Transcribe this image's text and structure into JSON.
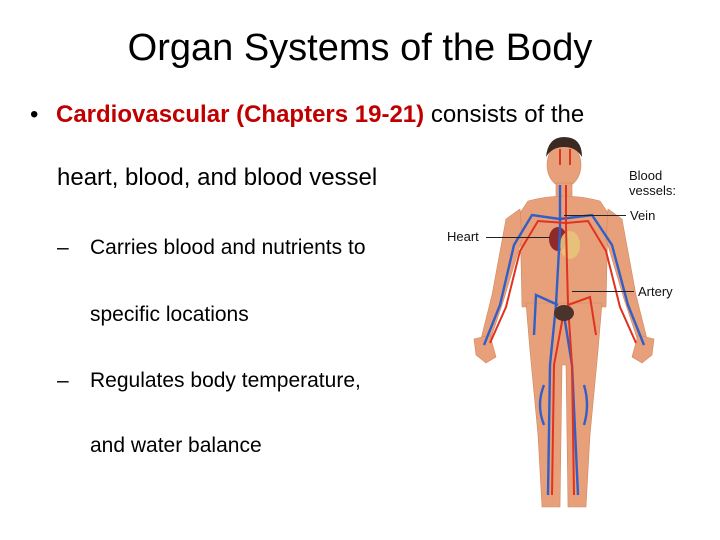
{
  "slide": {
    "title": "Organ Systems of the Body",
    "bullet": {
      "marker": "•",
      "emphasis": "Cardiovascular (Chapters 19-21)",
      "text_line1": " consists of the",
      "text_line2": "heart, blood, and blood vessel"
    },
    "sub_bullets": [
      {
        "marker": "–",
        "line1": "Carries blood and nutrients to",
        "line2": "specific locations"
      },
      {
        "marker": "–",
        "line1": "Regulates body temperature,",
        "line2": "and water balance"
      }
    ],
    "figure": {
      "label_heart": "Heart",
      "label_blood_vessels_1": "Blood",
      "label_blood_vessels_2": "vessels:",
      "label_vein": "Vein",
      "label_artery": "Artery"
    },
    "colors": {
      "emphasis_red": "#C00000",
      "skin": "#E8A07A",
      "artery": "#E0321E",
      "vein": "#2F5FC8"
    }
  }
}
